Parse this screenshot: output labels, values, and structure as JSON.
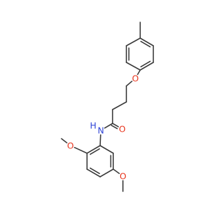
{
  "molecule": {
    "atoms": [
      {
        "name": "methyl",
        "text": "",
        "color": "#3a3a3a"
      },
      {
        "name": "ring-top-c1",
        "text": "",
        "color": "#3a3a3a"
      },
      {
        "name": "ring-top-c2",
        "text": "",
        "color": "#3a3a3a"
      },
      {
        "name": "ring-top-c3",
        "text": "",
        "color": "#3a3a3a"
      },
      {
        "name": "ring-top-c4",
        "text": "",
        "color": "#3a3a3a"
      },
      {
        "name": "ring-top-c5",
        "text": "",
        "color": "#3a3a3a"
      },
      {
        "name": "ring-top-c6",
        "text": "",
        "color": "#3a3a3a"
      },
      {
        "name": "ether-oxygen",
        "text": "O",
        "color": "#e8361f"
      },
      {
        "name": "chain-c1",
        "text": "",
        "color": "#3a3a3a"
      },
      {
        "name": "chain-c2",
        "text": "",
        "color": "#3a3a3a"
      },
      {
        "name": "chain-c3",
        "text": "",
        "color": "#3a3a3a"
      },
      {
        "name": "carbonyl-carbon",
        "text": "",
        "color": "#3a3a3a"
      },
      {
        "name": "carbonyl-oxygen",
        "text": "O",
        "color": "#e8361f"
      },
      {
        "name": "amide-nitrogen",
        "text": "N",
        "color": "#2f44d6"
      },
      {
        "name": "amide-hydrogen",
        "text": "H",
        "color": "#2f44d6"
      },
      {
        "name": "ring-bottom-c1",
        "text": "",
        "color": "#3a3a3a"
      },
      {
        "name": "ring-bottom-c2",
        "text": "",
        "color": "#3a3a3a"
      },
      {
        "name": "ring-bottom-c3",
        "text": "",
        "color": "#3a3a3a"
      },
      {
        "name": "ring-bottom-c4",
        "text": "",
        "color": "#3a3a3a"
      },
      {
        "name": "ring-bottom-c5",
        "text": "",
        "color": "#3a3a3a"
      },
      {
        "name": "ring-bottom-c6",
        "text": "",
        "color": "#3a3a3a"
      },
      {
        "name": "methoxy-oxygen-upper",
        "text": "O",
        "color": "#e8361f"
      },
      {
        "name": "methoxy-methyl-upper",
        "text": "",
        "color": "#3a3a3a"
      },
      {
        "name": "methoxy-oxygen-lower",
        "text": "O",
        "color": "#e8361f"
      },
      {
        "name": "methoxy-methyl-lower",
        "text": "",
        "color": "#3a3a3a"
      }
    ],
    "bonds": [
      {
        "a": 0,
        "b": 1,
        "order": 1
      },
      {
        "a": 1,
        "b": 2,
        "order": 2
      },
      {
        "a": 2,
        "b": 3,
        "order": 1
      },
      {
        "a": 3,
        "b": 4,
        "order": 2
      },
      {
        "a": 4,
        "b": 5,
        "order": 1
      },
      {
        "a": 5,
        "b": 6,
        "order": 2
      },
      {
        "a": 6,
        "b": 1,
        "order": 1
      },
      {
        "a": 4,
        "b": 7,
        "order": 1
      },
      {
        "a": 7,
        "b": 8,
        "order": 1
      },
      {
        "a": 8,
        "b": 9,
        "order": 1
      },
      {
        "a": 9,
        "b": 10,
        "order": 1
      },
      {
        "a": 10,
        "b": 11,
        "order": 1
      },
      {
        "a": 11,
        "b": 12,
        "order": 2
      },
      {
        "a": 11,
        "b": 13,
        "order": 1
      },
      {
        "a": 13,
        "b": 15,
        "order": 1
      },
      {
        "a": 15,
        "b": 16,
        "order": 2
      },
      {
        "a": 16,
        "b": 17,
        "order": 1
      },
      {
        "a": 17,
        "b": 18,
        "order": 2
      },
      {
        "a": 18,
        "b": 19,
        "order": 1
      },
      {
        "a": 19,
        "b": 20,
        "order": 2
      },
      {
        "a": 20,
        "b": 15,
        "order": 1
      },
      {
        "a": 16,
        "b": 21,
        "order": 1
      },
      {
        "a": 21,
        "b": 22,
        "order": 1
      },
      {
        "a": 19,
        "b": 23,
        "order": 1
      },
      {
        "a": 23,
        "b": 24,
        "order": 1
      }
    ]
  }
}
